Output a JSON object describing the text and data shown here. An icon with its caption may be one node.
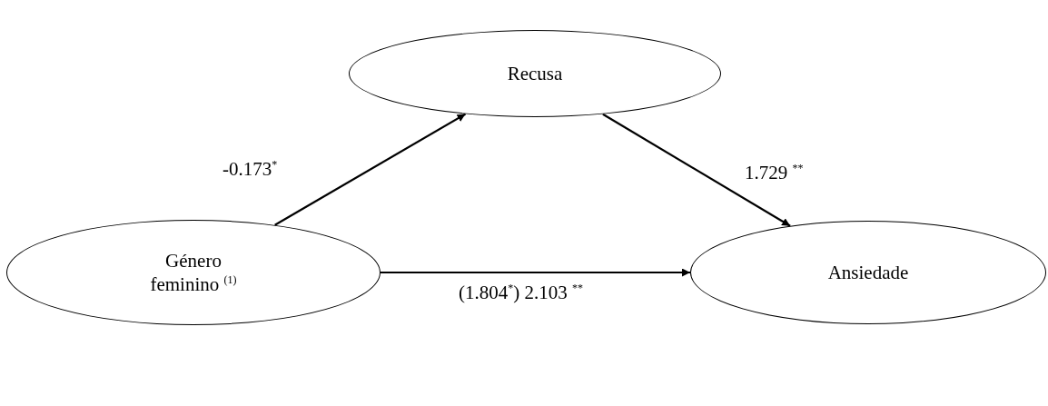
{
  "diagram": {
    "nodes": [
      {
        "text": [
          "Recusa"
        ]
      },
      {
        "text": [
          "Género feminino $^{(1)}$"
        ]
      },
      {
        "text": [
          "Ansiedade"
        ]
      }
    ],
    "edges": [
      {
        "from": 1,
        "to": 0,
        "arrow": "to",
        "label": "-0.173$^{*}$"
      },
      {
        "from": 0,
        "to": 2,
        "arrow": "to",
        "label": "1.729 $^{**}$"
      },
      {
        "from": 1,
        "to": 2,
        "arrow": "to",
        "label": "(1.804$^{*}$) 2.103 $^{**}$"
      }
    ]
  }
}
